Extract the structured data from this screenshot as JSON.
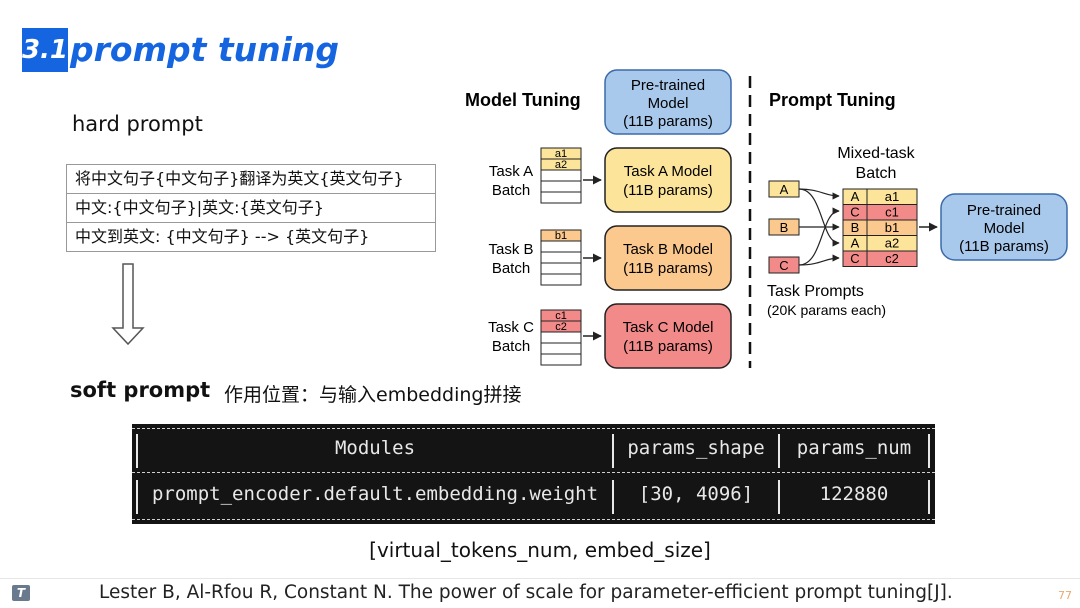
{
  "header": {
    "section_number": "3.1",
    "title": "prompt tuning"
  },
  "hard_prompt": {
    "label": "hard prompt",
    "examples": [
      "将中文句子{中文句子}翻译为英文{英文句子}",
      "中文:{中文句子}|英文:{英文句子}",
      "中文到英文: {中文句子} --> {英文句子}"
    ]
  },
  "soft_prompt": {
    "label": "soft prompt",
    "note": "作用位置：与输入embedding拼接"
  },
  "diagram": {
    "model_tuning_title": "Model Tuning",
    "prompt_tuning_title": "Prompt Tuning",
    "pretrained_model": [
      "Pre-trained",
      "Model",
      "(11B params)"
    ],
    "tasks": [
      {
        "batch_label": [
          "Task A",
          "Batch"
        ],
        "rows": [
          "a1",
          "a2"
        ],
        "model": [
          "Task A Model",
          "(11B params)"
        ],
        "color": "#fce59a"
      },
      {
        "batch_label": [
          "Task B",
          "Batch"
        ],
        "rows": [
          "b1"
        ],
        "model": [
          "Task B Model",
          "(11B params)"
        ],
        "color": "#fbc98e"
      },
      {
        "batch_label": [
          "Task C",
          "Batch"
        ],
        "rows": [
          "c1",
          "c2"
        ],
        "model": [
          "Task C Model",
          "(11B params)"
        ],
        "color": "#f38a8a"
      }
    ],
    "mixed_batch_title": [
      "Mixed-task",
      "Batch"
    ],
    "prompt_labels": [
      "A",
      "B",
      "C"
    ],
    "mixed_rows": [
      [
        "A",
        "a1"
      ],
      [
        "C",
        "c1"
      ],
      [
        "B",
        "b1"
      ],
      [
        "A",
        "a2"
      ],
      [
        "C",
        "c2"
      ]
    ],
    "pretrained_model_right": [
      "Pre-trained",
      "Model",
      "(11B params)"
    ],
    "task_prompts": [
      "Task Prompts",
      "(20K params each)"
    ],
    "colors": {
      "blue_fill": "#a9c9ec",
      "blue_stroke": "#3a6aa8",
      "a": "#fce59a",
      "b": "#fbc98e",
      "c": "#f38a8a"
    }
  },
  "params_table": {
    "headers": [
      "Modules",
      "params_shape",
      "params_num"
    ],
    "row": [
      "prompt_encoder.default.embedding.weight",
      "[30, 4096]",
      "122880"
    ]
  },
  "shape_label": "[virtual_tokens_num, embed_size]",
  "footer": {
    "logo": "T",
    "citation": "Lester B, Al-Rfou R, Constant N. The power of scale for parameter-efficient prompt tuning[J].",
    "page_number": "77"
  },
  "colors": {
    "accent": "#1565e0"
  }
}
